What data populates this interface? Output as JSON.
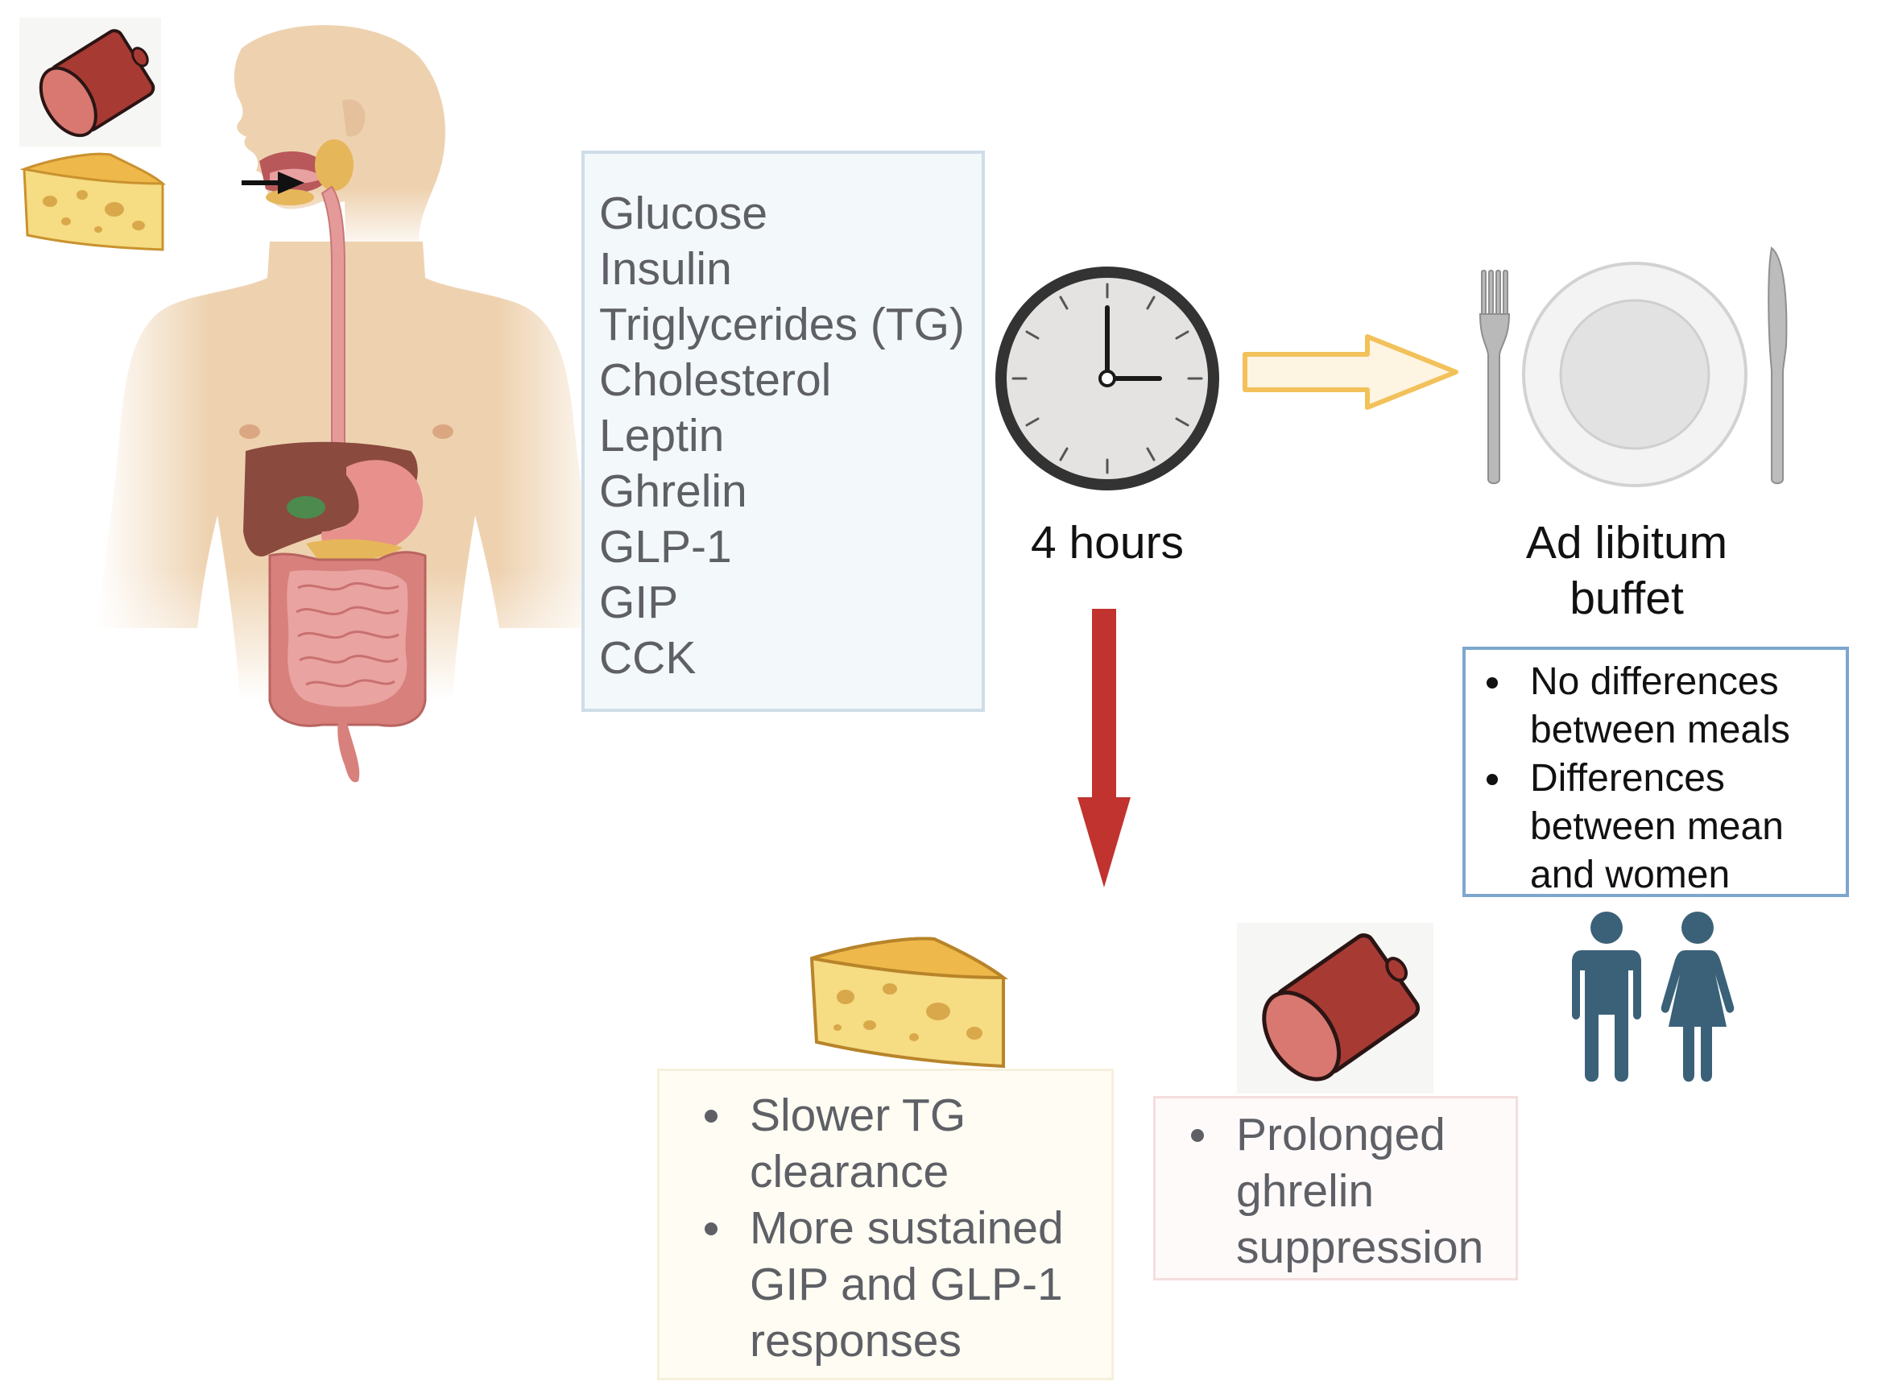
{
  "markers": [
    "Glucose",
    "Insulin",
    "Triglycerides (TG)",
    "Cholesterol",
    "Leptin",
    "Ghrelin",
    "GLP-1",
    "GIP",
    "CCK"
  ],
  "time_label": "4 hours",
  "buffet": {
    "label_line1": "Ad libitum",
    "label_line2": "buffet",
    "findings": [
      "No differences between meals",
      "Differences between mean and women"
    ]
  },
  "cheese_findings": [
    "Slower TG clearance",
    "More sustained GIP and GLP-1 responses"
  ],
  "salami_findings": [
    "Prolonged ghrelin suppression"
  ],
  "colors": {
    "red_arrow": "#c0332e",
    "yellow_arrow": "#f2c15a",
    "person_icons": "#3b6178",
    "box_border_blue": "#7da7cf"
  }
}
